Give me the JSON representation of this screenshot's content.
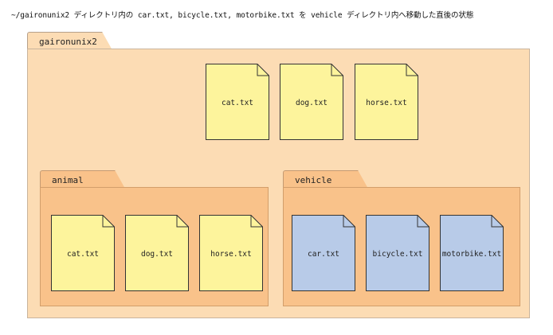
{
  "caption": "~/gaironunix2 ディレクトリ内の car.txt, bicycle.txt, motorbike.txt を vehicle ディレクトリ内へ移動した直後の状態",
  "colors": {
    "outer_folder": "#fcdcb4",
    "sub_folder": "#f9c28a",
    "text_file": "#fdf49c",
    "moved_file": "#b8cbe8",
    "file_border": "#333333"
  },
  "root_folder": {
    "name": "gaironunix2",
    "files": [
      "cat.txt",
      "dog.txt",
      "horse.txt"
    ]
  },
  "animal_folder": {
    "name": "animal",
    "files": [
      "cat.txt",
      "dog.txt",
      "horse.txt"
    ]
  },
  "vehicle_folder": {
    "name": "vehicle",
    "files": [
      "car.txt",
      "bicycle.txt",
      "motorbike.txt"
    ]
  }
}
